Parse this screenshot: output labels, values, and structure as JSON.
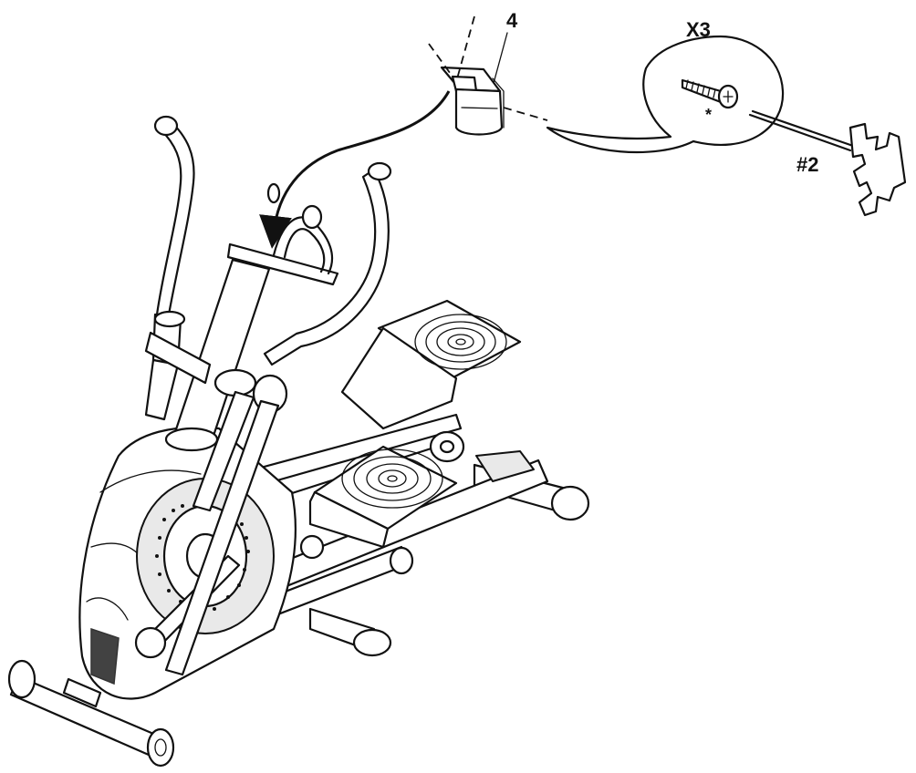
{
  "diagram": {
    "part_label": "4",
    "quantity_label": "X3",
    "screw_marker": "*",
    "tool_label": "#2"
  },
  "icons": {
    "screw": "screw-icon",
    "allen_key": "allen-key-icon",
    "bracket": "bracket-part-icon",
    "machine": "elliptical-trainer-icon"
  },
  "colors": {
    "ink": "#111111",
    "background": "#ffffff"
  }
}
